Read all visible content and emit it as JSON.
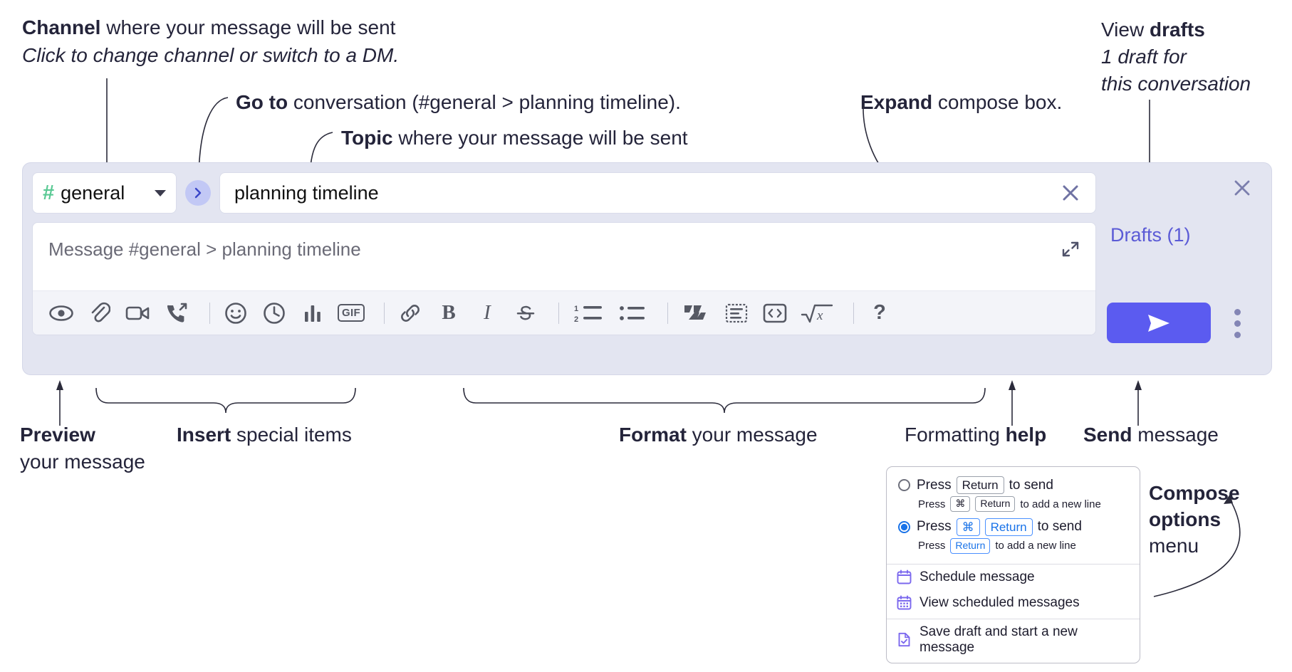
{
  "annotations": {
    "channel": {
      "bold": "Channel",
      "rest": " where your message will be sent",
      "italic": "Click to change channel or switch to a DM."
    },
    "goto": {
      "bold": "Go to",
      "rest": " conversation (#general > planning timeline)."
    },
    "topic": {
      "bold": "Topic",
      "rest": " where your message will be sent"
    },
    "expand": {
      "bold": "Expand",
      "rest": " compose box."
    },
    "drafts": {
      "plain": "View ",
      "bold": "drafts",
      "italic1": "1 draft for",
      "italic2": "this conversation"
    },
    "preview": {
      "bold": "Preview",
      "line2": "your message"
    },
    "insert": {
      "bold": "Insert",
      "rest": " special items"
    },
    "format": {
      "bold": "Format",
      "rest": " your message"
    },
    "formatting_help": {
      "plain": "Formatting ",
      "bold": "help"
    },
    "send": {
      "bold": "Send",
      "rest": " message"
    },
    "compose_options": {
      "bold1": "Compose",
      "bold2": "options",
      "plain": "menu"
    }
  },
  "compose": {
    "channel": {
      "hash": "#",
      "name": "general",
      "caret_icon": "chevron-down-icon"
    },
    "go_to_conversation_icon": "chevron-right-icon",
    "topic": {
      "value": "planning timeline",
      "clear_icon": "close-icon"
    },
    "message": {
      "placeholder": "Message #general > planning timeline",
      "value": ""
    },
    "expand_icon": "expand-diagonal-icon",
    "close_icon": "close-icon",
    "drafts_link": "Drafts (1)",
    "send_icon": "send-paper-plane-icon",
    "kebab_icon": "more-vertical-icon",
    "accent_purple": "#5b5bf0",
    "panel_bg": "#e3e5f1",
    "hash_green": "#5ac994",
    "link_purple": "#5b5bd6",
    "toolbar": [
      {
        "name": "preview-button",
        "icon": "eye-icon",
        "label": "Preview"
      },
      {
        "name": "attach-button",
        "icon": "paperclip-icon",
        "label": "Attach file"
      },
      {
        "name": "video-clip-button",
        "icon": "video-camera-icon",
        "label": "Record video clip"
      },
      {
        "name": "audio-clip-button",
        "icon": "phone-arrow-icon",
        "label": "Record audio clip"
      },
      {
        "name": "separator-1",
        "icon": "divider",
        "label": ""
      },
      {
        "name": "emoji-button",
        "icon": "smiley-icon",
        "label": "Emoji"
      },
      {
        "name": "reminder-button",
        "icon": "clock-icon",
        "label": "Reminder"
      },
      {
        "name": "poll-button",
        "icon": "bar-chart-icon",
        "label": "Poll"
      },
      {
        "name": "gif-button",
        "icon": "gif-icon",
        "label": "GIF"
      },
      {
        "name": "separator-2",
        "icon": "divider",
        "label": ""
      },
      {
        "name": "link-button",
        "icon": "link-icon",
        "label": "Link"
      },
      {
        "name": "bold-button",
        "icon": "bold-icon",
        "label": "B"
      },
      {
        "name": "italic-button",
        "icon": "italic-icon",
        "label": "I"
      },
      {
        "name": "strikethrough-button",
        "icon": "strikethrough-icon",
        "label": "S"
      },
      {
        "name": "separator-3",
        "icon": "divider",
        "label": ""
      },
      {
        "name": "ordered-list-button",
        "icon": "ordered-list-icon",
        "label": "Ordered list"
      },
      {
        "name": "bulleted-list-button",
        "icon": "bulleted-list-icon",
        "label": "Bulleted list"
      },
      {
        "name": "separator-4",
        "icon": "divider",
        "label": ""
      },
      {
        "name": "blockquote-button",
        "icon": "quote-icon",
        "label": "Blockquote"
      },
      {
        "name": "code-block-button",
        "icon": "code-block-icon",
        "label": "Code block"
      },
      {
        "name": "inline-code-button",
        "icon": "angle-brackets-icon",
        "label": "Code"
      },
      {
        "name": "math-button",
        "icon": "square-root-x-icon",
        "label": "Math"
      },
      {
        "name": "separator-5",
        "icon": "divider",
        "label": ""
      },
      {
        "name": "formatting-help-button",
        "icon": "question-mark-icon",
        "label": "?"
      }
    ]
  },
  "options_menu": {
    "radio_1": {
      "selected": false,
      "pre": "Press",
      "key": "Return",
      "post": "to send",
      "sub_pre": "Press",
      "sub_key_1": "⌘",
      "sub_key_2": "Return",
      "sub_post": "to add a new line"
    },
    "radio_2": {
      "selected": true,
      "pre": "Press",
      "key_1": "⌘",
      "key_2": "Return",
      "post": "to send",
      "sub_pre": "Press",
      "sub_key": "Return",
      "sub_post": "to add a new line"
    },
    "items": [
      {
        "icon": "calendar-icon",
        "label": "Schedule message"
      },
      {
        "icon": "calendar-grid-icon",
        "label": "View scheduled messages"
      },
      {
        "icon": "document-check-icon",
        "label": "Save draft and start a new message"
      }
    ]
  }
}
